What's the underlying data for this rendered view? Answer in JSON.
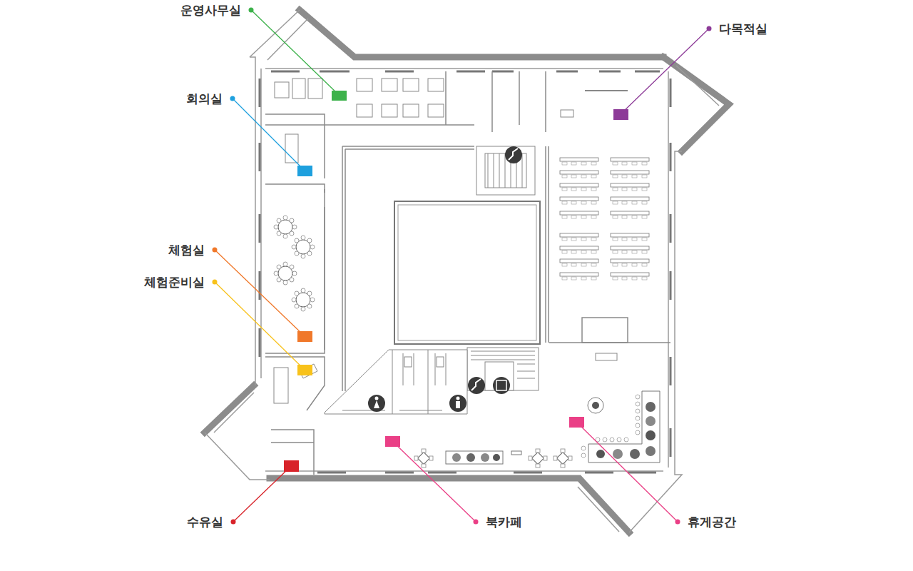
{
  "diagram": {
    "labels": [
      "운영사무실",
      "다목적실",
      "회의실",
      "체험실",
      "체험준비실",
      "수유실",
      "북카페",
      "휴게공간"
    ]
  }
}
